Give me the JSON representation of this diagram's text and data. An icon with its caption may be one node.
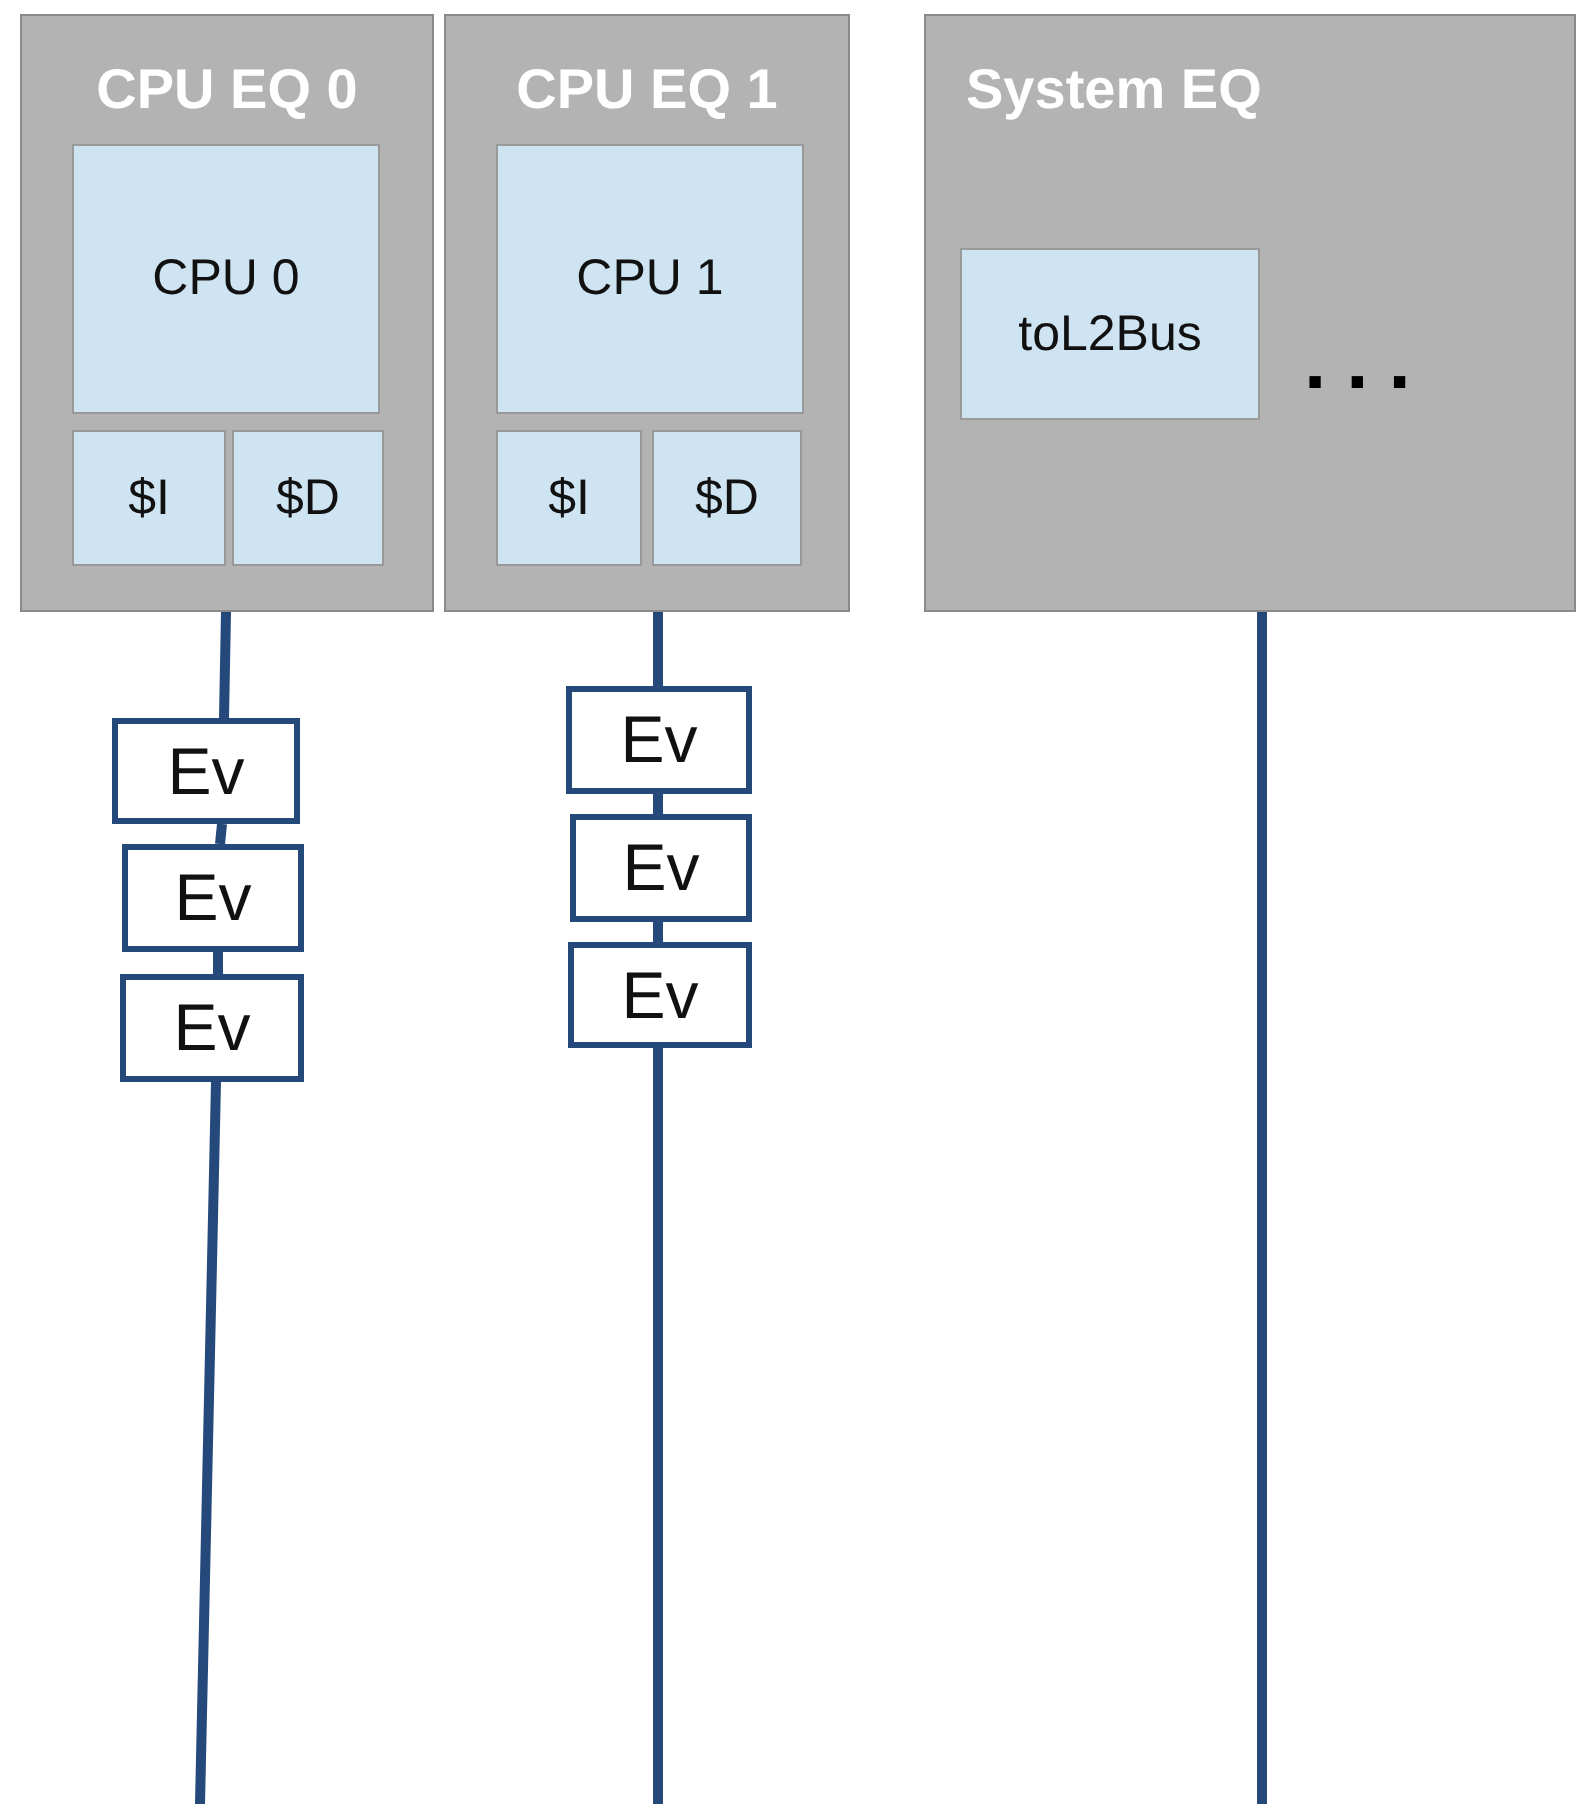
{
  "diagram": {
    "nodes": [
      {
        "text": [
          "CPU EQ 0"
        ]
      },
      {
        "text": [
          "CPU 0"
        ],
        "in": 0
      },
      {
        "text": [
          "$I"
        ],
        "in": 0
      },
      {
        "text": [
          "$D"
        ],
        "in": 0
      },
      {
        "text": [
          "CPU EQ 1"
        ]
      },
      {
        "text": [
          "CPU 1"
        ],
        "in": 4
      },
      {
        "text": [
          "$I"
        ],
        "in": 4
      },
      {
        "text": [
          "$D"
        ],
        "in": 4
      },
      {
        "text": [
          "System EQ"
        ]
      },
      {
        "text": [
          "toL2Bus"
        ],
        "in": 8
      },
      {
        "text": [
          "Ev"
        ]
      },
      {
        "text": [
          "Ev"
        ]
      },
      {
        "text": [
          "Ev"
        ]
      },
      {
        "text": [
          "Ev"
        ]
      },
      {
        "text": [
          "Ev"
        ]
      },
      {
        "text": [
          "Ev"
        ]
      }
    ],
    "edges": [
      {
        "from": 0,
        "to": 10,
        "arrow": "none"
      },
      {
        "from": 10,
        "to": 11,
        "arrow": "none"
      },
      {
        "from": 11,
        "to": 12,
        "arrow": "none"
      },
      {
        "from": 12,
        "to": null,
        "arrow": "none"
      },
      {
        "from": 4,
        "to": 13,
        "arrow": "none"
      },
      {
        "from": 13,
        "to": 14,
        "arrow": "none"
      },
      {
        "from": 14,
        "to": 15,
        "arrow": "none"
      },
      {
        "from": 15,
        "to": null,
        "arrow": "none"
      },
      {
        "from": 8,
        "to": null,
        "arrow": "none"
      }
    ],
    "labels": [
      "..."
    ]
  }
}
